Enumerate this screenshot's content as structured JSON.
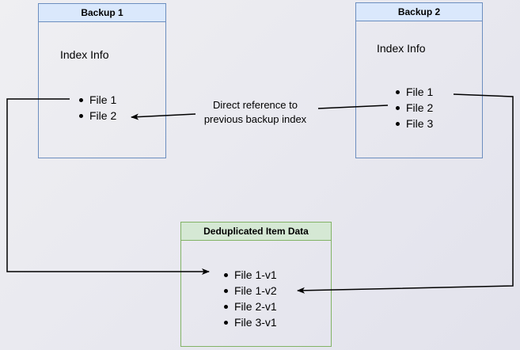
{
  "backup1": {
    "title": "Backup 1",
    "subtitle": "Index Info",
    "files": [
      "File 1",
      "File 2"
    ]
  },
  "backup2": {
    "title": "Backup 2",
    "subtitle": "Index Info",
    "files": [
      "File 1",
      "File 2",
      "File 3"
    ]
  },
  "dedup": {
    "title": "Deduplicated Item Data",
    "files": [
      "File 1-v1",
      "File 1-v2",
      "File 2-v1",
      "File 3-v1"
    ]
  },
  "annotation": {
    "line1": "Direct reference to",
    "line2": "previous backup index"
  },
  "colors": {
    "backup_header_fill": "#dae8fc",
    "backup_border": "#6c8ebf",
    "dedup_header_fill": "#d5e8d4",
    "dedup_border": "#82b366",
    "arrow": "#000000",
    "background": "#e8e8ef",
    "text": "#000000"
  }
}
